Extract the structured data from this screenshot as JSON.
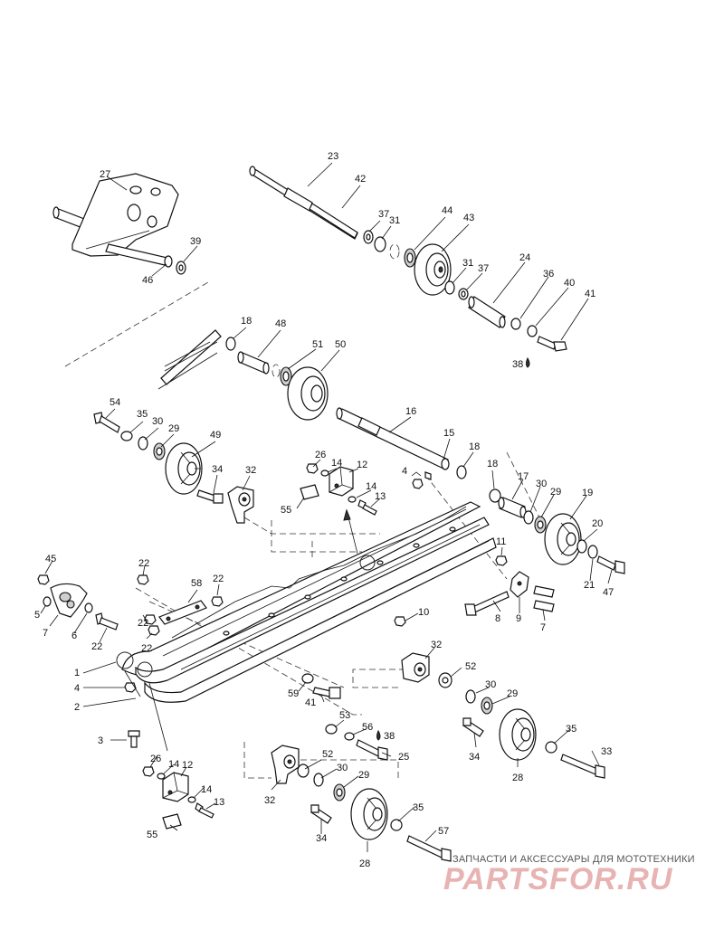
{
  "diagram": {
    "callouts": [
      "23",
      "42",
      "37",
      "31",
      "44",
      "43",
      "27",
      "39",
      "46",
      "31",
      "37",
      "24",
      "36",
      "40",
      "41",
      "38",
      "18",
      "48",
      "51",
      "50",
      "16",
      "15",
      "18",
      "54",
      "35",
      "30",
      "29",
      "49",
      "26",
      "14",
      "12",
      "34",
      "32",
      "4",
      "18",
      "17",
      "30",
      "29",
      "19",
      "14",
      "13",
      "55",
      "20",
      "11",
      "21",
      "47",
      "45",
      "22",
      "58",
      "22",
      "10",
      "8",
      "9",
      "7",
      "5",
      "7",
      "6",
      "22",
      "22",
      "22",
      "1",
      "32",
      "52",
      "4",
      "59",
      "41",
      "30",
      "29",
      "2",
      "53",
      "56",
      "38",
      "34",
      "3",
      "26",
      "14",
      "12",
      "52",
      "30",
      "25",
      "35",
      "33",
      "28",
      "14",
      "13",
      "32",
      "29",
      "55",
      "34",
      "35",
      "57",
      "28"
    ]
  },
  "watermark": {
    "caption": "ЗАПЧАСТИ И АКСЕССУАРЫ ДЛЯ МОТОТЕХНИКИ",
    "logo": "PARTSFOR.RU"
  }
}
